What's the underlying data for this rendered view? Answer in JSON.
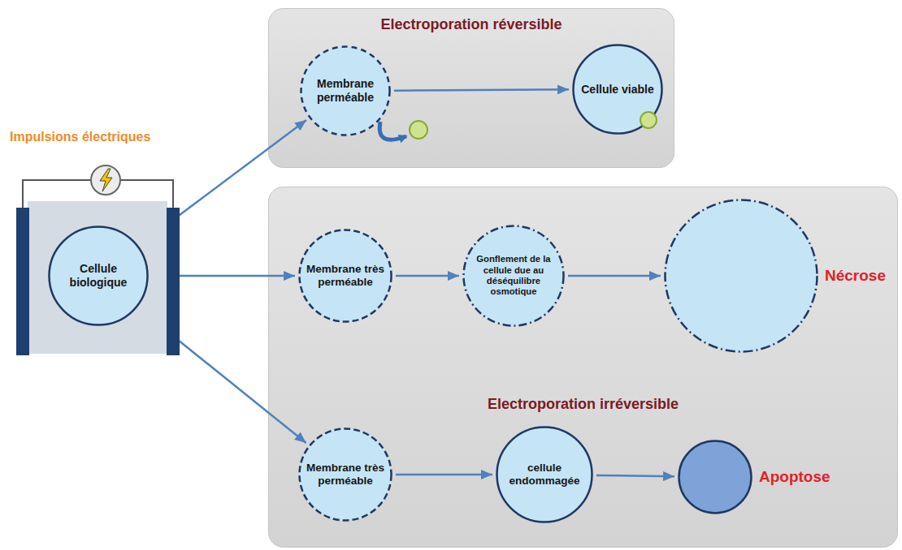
{
  "diagram": {
    "nodes": [
      {
        "text": [
          "Cellule biologique"
        ]
      },
      {
        "text": [
          "Electroporation réversible"
        ]
      },
      {
        "text": [
          "Membrane perméable"
        ],
        "in": 1
      },
      {
        "text": [
          "Cellule viable"
        ],
        "in": 1
      },
      {
        "text": [
          "Electroporation irréversible"
        ]
      },
      {
        "text": [
          "Membrane très perméable"
        ],
        "in": 4
      },
      {
        "text": [
          "Gonflement de la cellule due au déséquilibre osmotique"
        ],
        "in": 4
      },
      {
        "text": [
          "Nécrose"
        ],
        "in": 4
      },
      {
        "text": [
          "Membrane très perméable"
        ],
        "in": 4
      },
      {
        "text": [
          "cellule endommagée"
        ],
        "in": 4
      },
      {
        "text": [
          "Apoptose"
        ],
        "in": 4
      }
    ],
    "edges": [
      {
        "from": 0,
        "to": 2,
        "arrow": "to"
      },
      {
        "from": 2,
        "to": 3,
        "arrow": "to"
      },
      {
        "from": 0,
        "to": 5,
        "arrow": "to"
      },
      {
        "from": 5,
        "to": 6,
        "arrow": "to"
      },
      {
        "from": 6,
        "to": 7,
        "arrow": "to"
      },
      {
        "from": 0,
        "to": 8,
        "arrow": "to"
      },
      {
        "from": 8,
        "to": 9,
        "arrow": "to"
      },
      {
        "from": 9,
        "to": 10,
        "arrow": "to"
      }
    ],
    "labels": [
      "Impulsions électriques"
    ]
  }
}
